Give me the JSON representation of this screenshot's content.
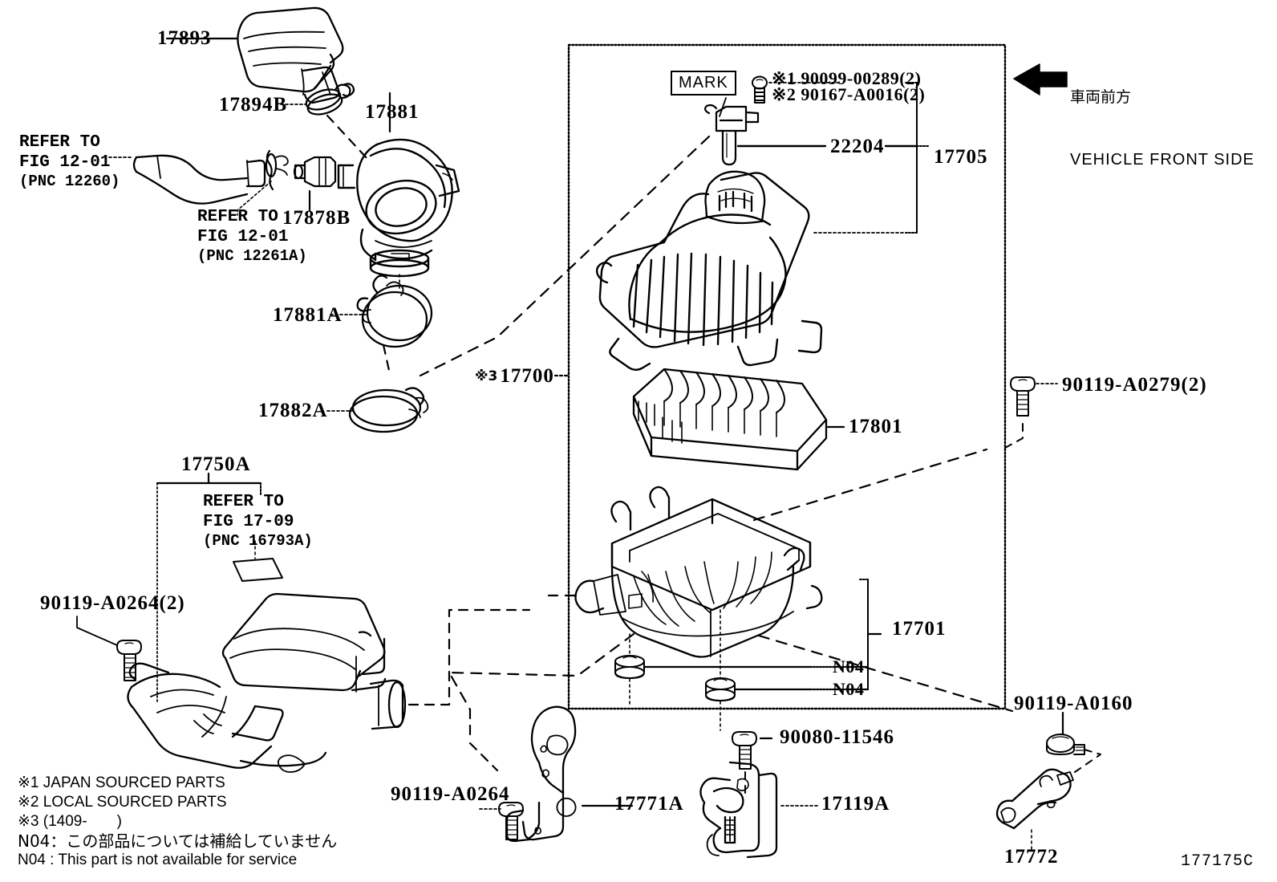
{
  "figure": {
    "id": "177175C",
    "title": "Air Cleaner Assembly Parts Diagram"
  },
  "direction_note": {
    "japanese": "車両前方",
    "english": "VEHICLE FRONT SIDE",
    "arrow": "left-arrow-icon"
  },
  "mark_callout": {
    "label": "MARK"
  },
  "parts": {
    "p17893": "17893",
    "p17894B": "17894B",
    "p17881": "17881",
    "p17878B": "17878B",
    "p17881A": "17881A",
    "p17882A": "17882A",
    "p17700": "17700",
    "p17700_prefix": "※3",
    "p17705": "17705",
    "p22204": "22204",
    "p17801": "17801",
    "p17701": "17701",
    "p17750A": "17750A",
    "p17771A": "17771A",
    "p17119A": "17119A",
    "p17772": "17772",
    "n04_upper": "N04",
    "n04_lower": "N04"
  },
  "fasteners": {
    "f90099": "※1 90099-00289(2)",
    "f90167": "※2 90167-A0016(2)",
    "f90119_A0279": "90119-A0279(2)",
    "f90119_A0264_left": "90119-A0264(2)",
    "f90119_A0264_bottom": "90119-A0264",
    "f90080_11546": "90080-11546",
    "f90119_A0160": "90119-A0160"
  },
  "references": {
    "ref_12260": {
      "line1": "REFER TO",
      "line2": "FIG 12-01",
      "line3": "(PNC 12260)"
    },
    "ref_12261A": {
      "line1": "REFER TO",
      "line2": "FIG 12-01",
      "line3": "(PNC 12261A)"
    },
    "ref_16793A": {
      "line1": "REFER TO",
      "line2": "FIG 17-09",
      "line3": "(PNC 16793A)"
    }
  },
  "footnotes": {
    "line1": "※1 JAPAN SOURCED PARTS",
    "line2": "※2 LOCAL SOURCED PARTS",
    "line3": "※3 (1409-       )",
    "line4": "N04：この部品については補給していません",
    "line5": "N04 : This part is not available for service"
  },
  "colors": {
    "line": "#000000",
    "background": "#ffffff"
  }
}
